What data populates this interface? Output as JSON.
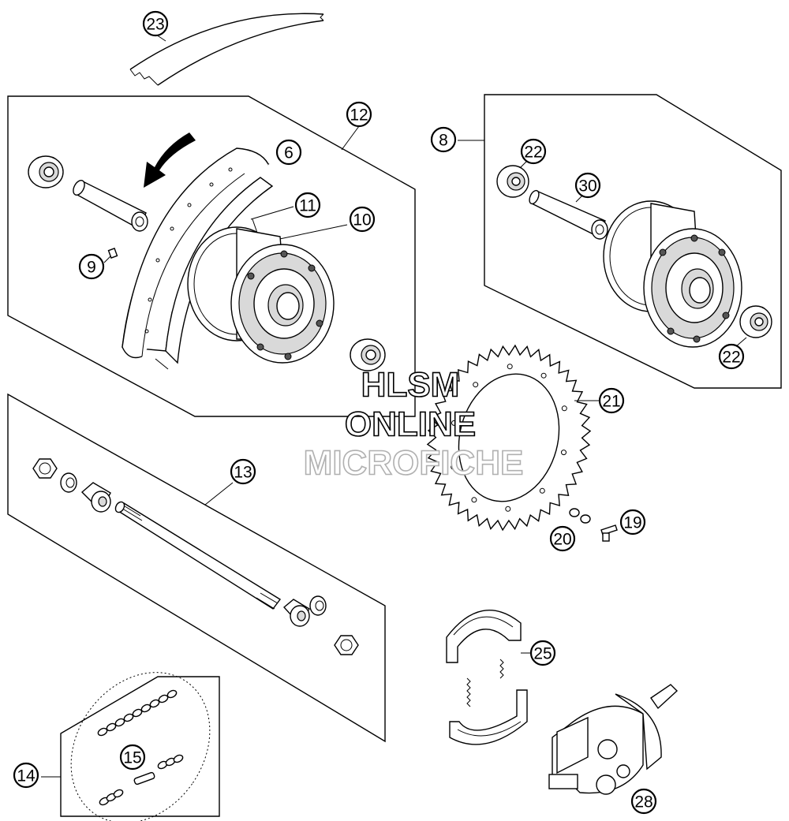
{
  "diagram": {
    "labels": [
      "23",
      "12",
      "6",
      "11",
      "10",
      "9",
      "8",
      "22",
      "30",
      "22",
      "21",
      "13",
      "19",
      "20",
      "25",
      "14",
      "15",
      "28"
    ]
  },
  "watermark": {
    "line1": "HLSM",
    "line2": "ONLINE",
    "line3": "MICROFICHE"
  }
}
